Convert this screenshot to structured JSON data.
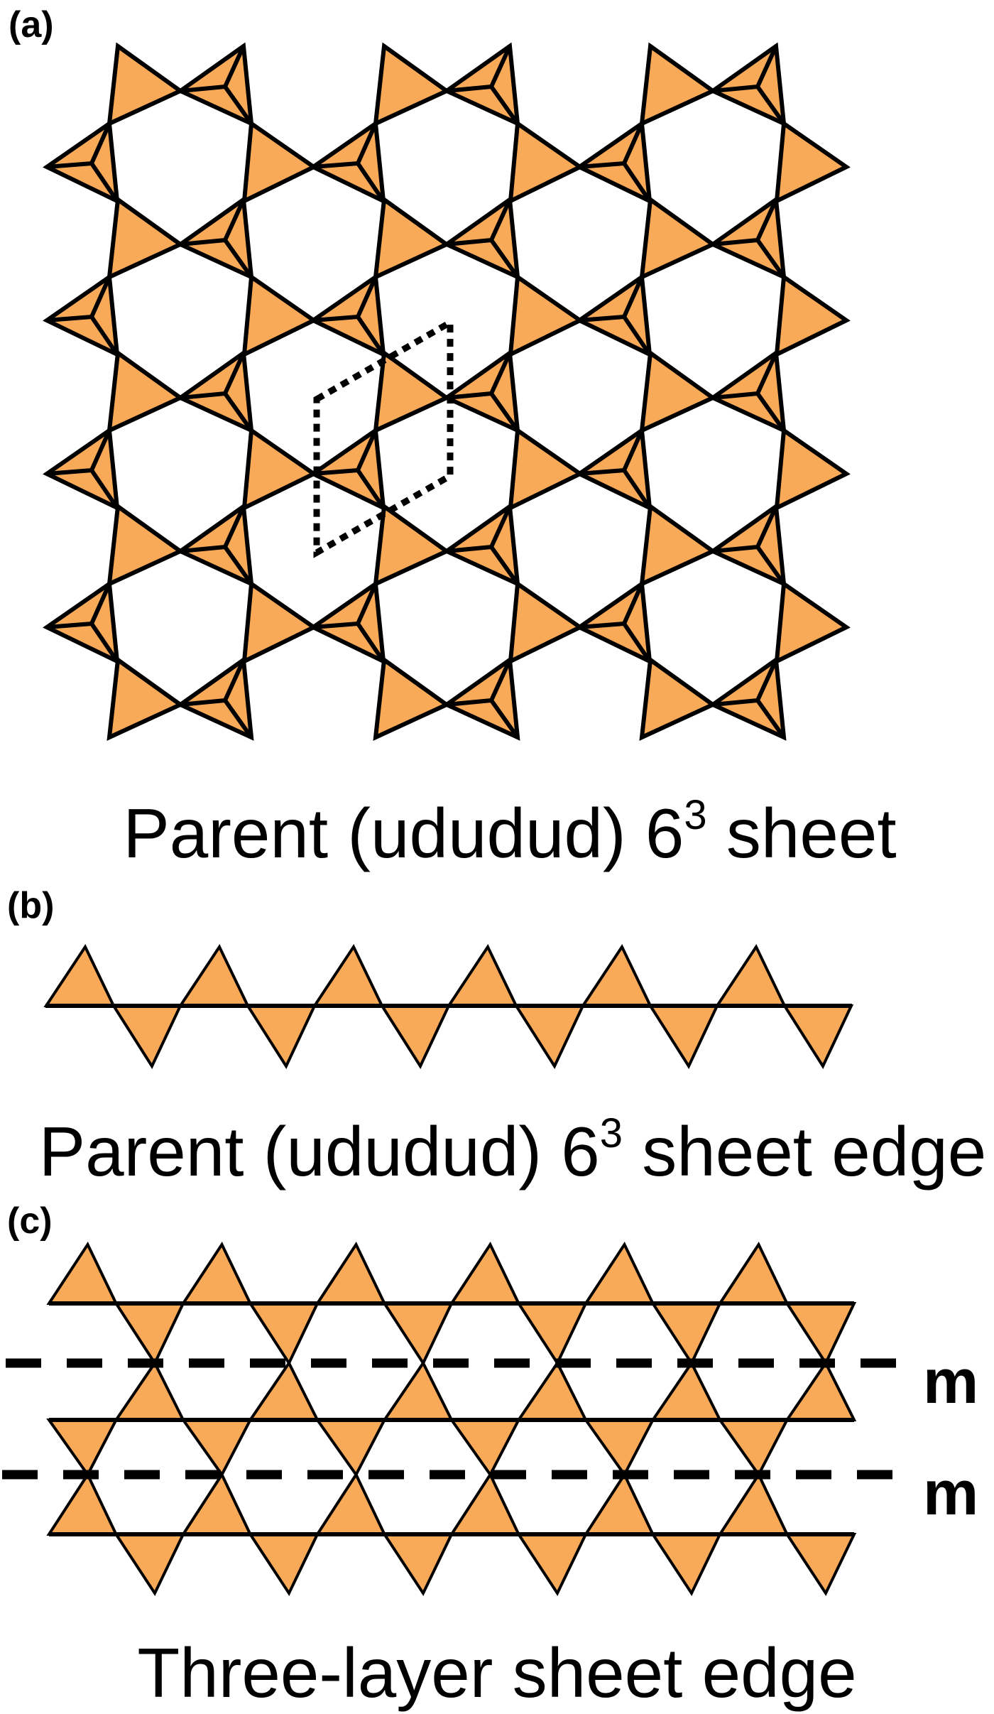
{
  "colors": {
    "tetrahedron_fill": "#F9AA58",
    "stroke": "#000000",
    "background": "#ffffff"
  },
  "panel_a": {
    "label": "(a)",
    "caption": {
      "main": "Parent (ududud) 6",
      "sup": "3",
      "tail": " sheet"
    },
    "unit_cell": "dotted-rhombus"
  },
  "panel_b": {
    "label": "(b)",
    "caption": {
      "main": "Parent (ududud) 6",
      "sup": "3",
      "tail": " sheet edge"
    },
    "up_count": 6,
    "down_count": 6
  },
  "panel_c": {
    "label": "(c)",
    "caption": "Three-layer sheet edge",
    "mirror_labels": [
      "m",
      "m"
    ],
    "columns": 6
  }
}
